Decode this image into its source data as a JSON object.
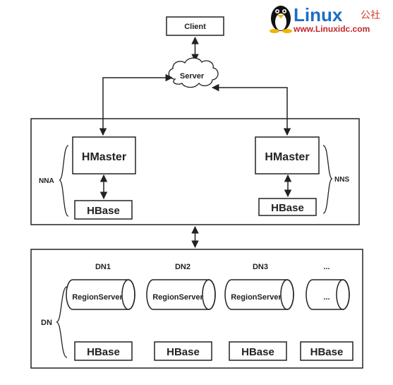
{
  "client": {
    "label": "Client"
  },
  "server": {
    "label": "Server"
  },
  "top_cluster": {
    "left": {
      "group_label": "NNA",
      "master_label": "HMaster",
      "hbase_label": "HBase"
    },
    "right": {
      "group_label": "NNS",
      "master_label": "HMaster",
      "hbase_label": "HBase"
    }
  },
  "bottom_cluster": {
    "group_label": "DN",
    "nodes": [
      {
        "name": "DN1",
        "region_label": "RegionServer",
        "hbase_label": "HBase"
      },
      {
        "name": "DN2",
        "region_label": "RegionServer",
        "hbase_label": "HBase"
      },
      {
        "name": "DN3",
        "region_label": "RegionServer",
        "hbase_label": "HBase"
      },
      {
        "name": "...",
        "region_label": "...",
        "hbase_label": "HBase"
      }
    ]
  },
  "watermark": {
    "brand": "Linux",
    "brand_suffix": "公社",
    "url": "www.Linuxidc.com"
  },
  "colors": {
    "line": "#222222",
    "brand_blue": "#1a6fc4",
    "url_red": "#c0262d"
  }
}
